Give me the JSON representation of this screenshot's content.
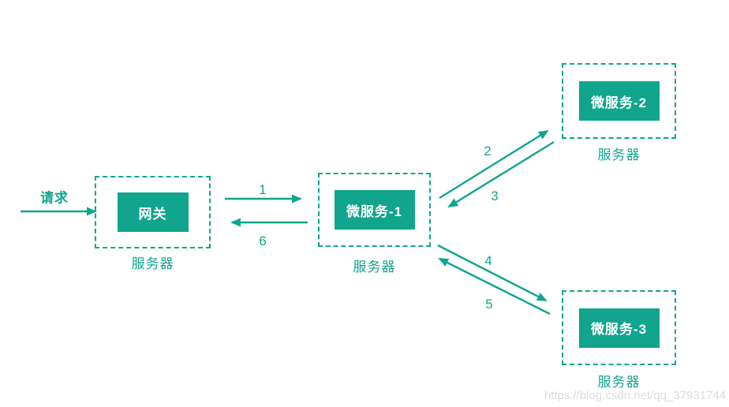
{
  "diagram": {
    "request_label": "请求",
    "watermark": "https://blog.csdn.net/qq_37931744",
    "colors": {
      "accent": "#11A58D",
      "box_text": "#FFFFFF",
      "watermark_text": "#DCDCDC"
    },
    "nodes": [
      {
        "id": "gateway",
        "title": "网关",
        "server_label": "服务器"
      },
      {
        "id": "ms1",
        "title": "微服务-1",
        "server_label": "服务器"
      },
      {
        "id": "ms2",
        "title": "微服务-2",
        "server_label": "服务器"
      },
      {
        "id": "ms3",
        "title": "微服务-3",
        "server_label": "服务器"
      }
    ],
    "edges": [
      {
        "label": "1",
        "from": "gateway",
        "to": "ms1"
      },
      {
        "label": "2",
        "from": "ms1",
        "to": "ms2"
      },
      {
        "label": "3",
        "from": "ms2",
        "to": "ms1"
      },
      {
        "label": "4",
        "from": "ms1",
        "to": "ms3"
      },
      {
        "label": "5",
        "from": "ms3",
        "to": "ms1"
      },
      {
        "label": "6",
        "from": "ms1",
        "to": "gateway"
      }
    ]
  }
}
